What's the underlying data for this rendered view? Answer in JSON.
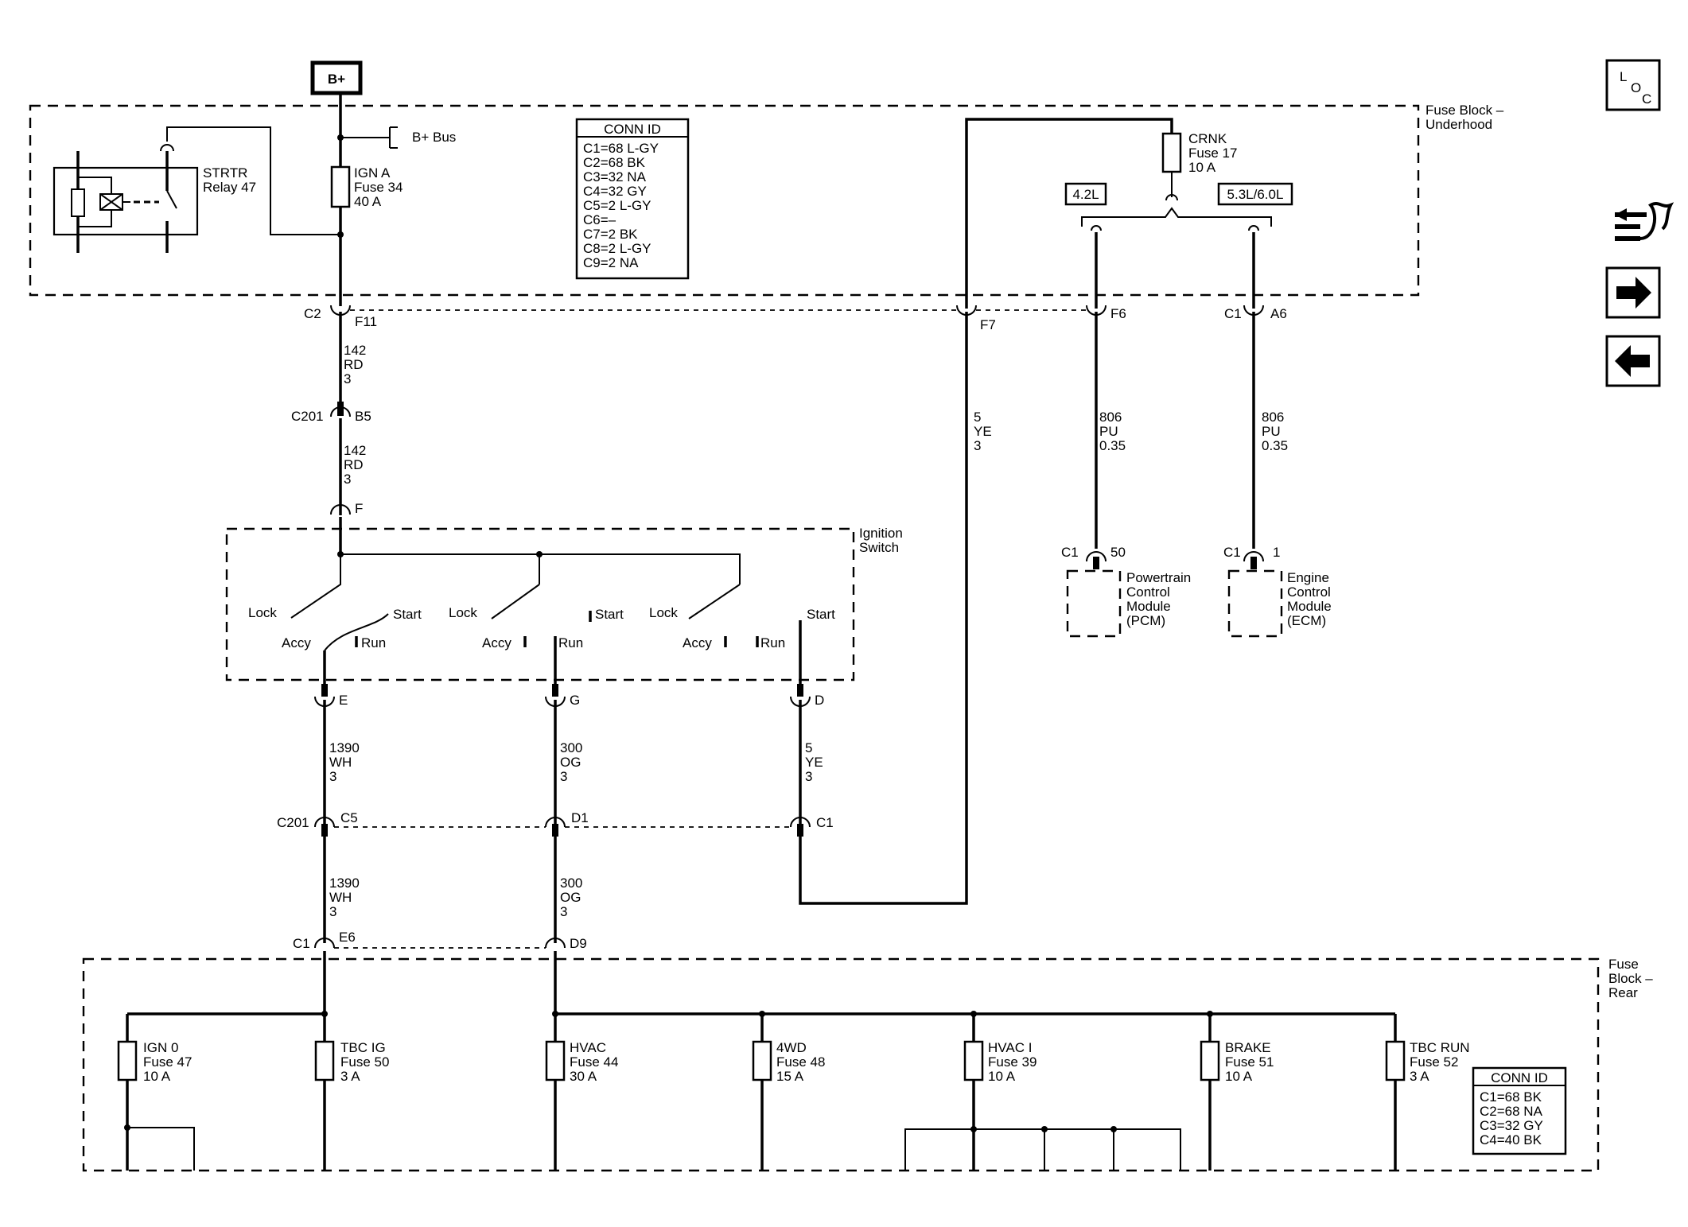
{
  "bplus": "B+",
  "fuse_block_underhood": {
    "line1": "Fuse Block –",
    "line2": "Underhood"
  },
  "fuse_block_rear": {
    "line1": "Fuse",
    "line2": "Block –",
    "line3": "Rear"
  },
  "bplus_bus": "B+ Bus",
  "relay": {
    "line1": "STRTR",
    "line2": "Relay 47"
  },
  "ign_a_fuse": {
    "line1": "IGN A",
    "line2": "Fuse 34",
    "line3": "40 A"
  },
  "crnk_fuse": {
    "line1": "CRNK",
    "line2": "Fuse 17",
    "line3": "10 A"
  },
  "engine_options": [
    "4.2L",
    "5.3L/6.0L"
  ],
  "conn_id_top": {
    "title": "CONN ID",
    "rows": [
      "C1=68 L-GY",
      "C2=68 BK",
      "C3=32 NA",
      "C4=32 GY",
      "C5=2 L-GY",
      "C6=–",
      "C7=2 BK",
      "C8=2 L-GY",
      "C9=2 NA"
    ]
  },
  "conn_id_bottom": {
    "title": "CONN ID",
    "rows": [
      "C1=68 BK",
      "C2=68 NA",
      "C3=32 GY",
      "C4=40 BK"
    ]
  },
  "connectors": {
    "c2": "C2",
    "f11": "F11",
    "f7": "F7",
    "f6": "F6",
    "c1_a6": "C1",
    "a6": "A6",
    "c201_b5": "C201",
    "b5": "B5",
    "f": "F",
    "e": "E",
    "g": "G",
    "d": "D",
    "c201_lower": "C201",
    "c5": "C5",
    "d1": "D1",
    "c1_mid": "C1",
    "c1_bottom": "C1",
    "e6": "E6",
    "d9": "D9",
    "pcm_c1": "C1",
    "pcm_pin": "50",
    "ecm_c1": "C1",
    "ecm_pin": "1"
  },
  "wires": {
    "w142_a": [
      "142",
      "RD",
      "3"
    ],
    "w142_b": [
      "142",
      "RD",
      "3"
    ],
    "w5_ye_right": [
      "5",
      "YE",
      "3"
    ],
    "w806_pcm": [
      "806",
      "PU",
      "0.35"
    ],
    "w806_ecm": [
      "806",
      "PU",
      "0.35"
    ],
    "w1390_a": [
      "1390",
      "WH",
      "3"
    ],
    "w300_a": [
      "300",
      "OG",
      "3"
    ],
    "w5_ye_mid": [
      "5",
      "YE",
      "3"
    ],
    "w1390_b": [
      "1390",
      "WH",
      "3"
    ],
    "w300_b": [
      "300",
      "OG",
      "3"
    ]
  },
  "ignition_switch": {
    "title": [
      "Ignition",
      "Switch"
    ],
    "lock": "Lock",
    "accy": "Accy",
    "run": "Run",
    "start": "Start"
  },
  "pcm": [
    "Powertrain",
    "Control",
    "Module",
    "(PCM)"
  ],
  "ecm": [
    "Engine",
    "Control",
    "Module",
    "(ECM)"
  ],
  "rear_fuses": [
    {
      "name": "IGN 0",
      "fuse": "Fuse 47",
      "amps": "10 A"
    },
    {
      "name": "TBC IG",
      "fuse": "Fuse 50",
      "amps": "3 A"
    },
    {
      "name": "HVAC",
      "fuse": "Fuse 44",
      "amps": "30 A"
    },
    {
      "name": "4WD",
      "fuse": "Fuse 48",
      "amps": "15 A"
    },
    {
      "name": "HVAC I",
      "fuse": "Fuse 39",
      "amps": "10 A"
    },
    {
      "name": "BRAKE",
      "fuse": "Fuse 51",
      "amps": "10 A"
    },
    {
      "name": "TBC RUN",
      "fuse": "Fuse 52",
      "amps": "3 A"
    }
  ],
  "nav": {
    "loc": {
      "l": "L",
      "o": "O",
      "c": "C"
    },
    "icons": [
      "loc-icon",
      "harness-icon",
      "arrow-right-icon",
      "arrow-left-icon"
    ]
  }
}
